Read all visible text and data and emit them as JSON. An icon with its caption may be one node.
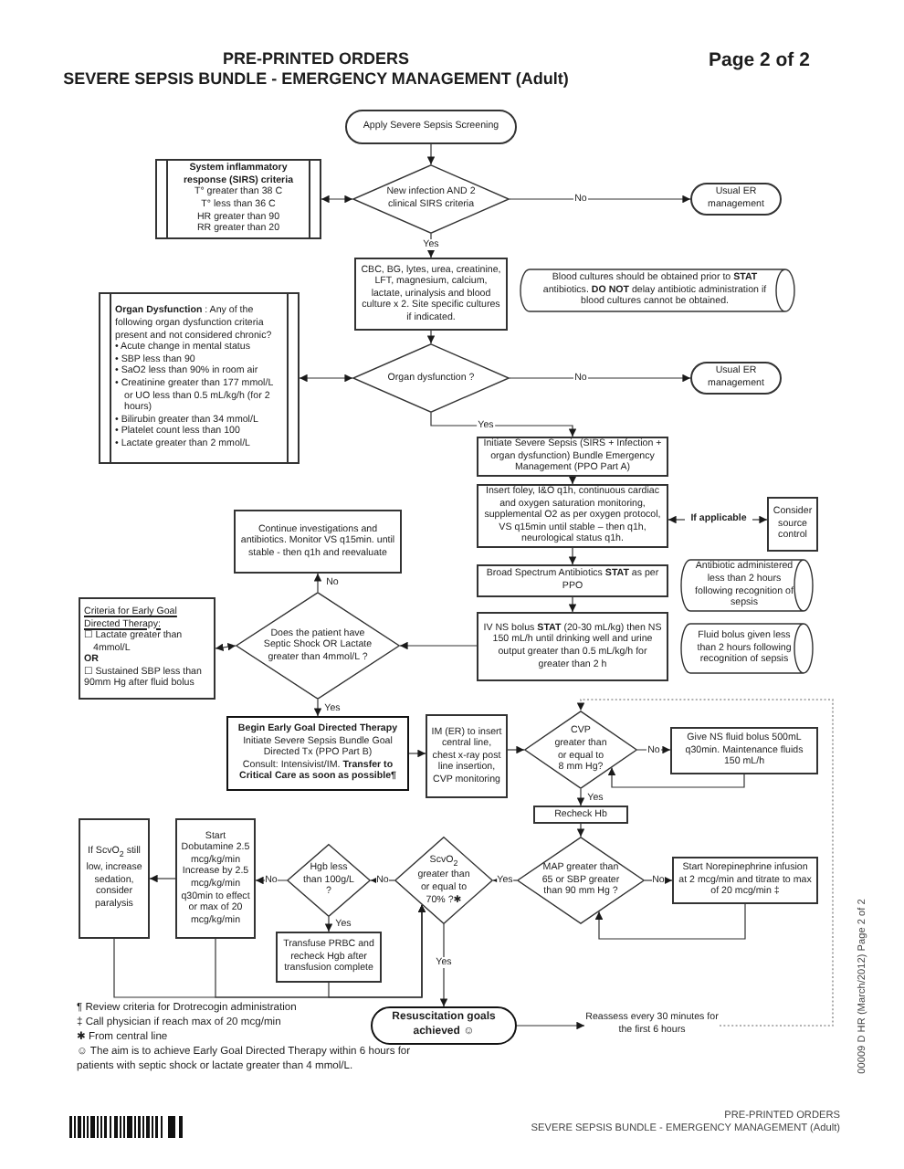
{
  "diagram": {
    "title": "SEVERE SEPSIS BUNDLE - EMERGENCY MANAGEMENT (Adult)",
    "nodes": [
      {
        "text": [
          "Apply Severe Sepsis Screening"
        ]
      },
      {
        "text": [
          "System inflammatory response (SIRS) criteria",
          "T° greater than 38 C",
          "T° less than 36 C",
          "HR greater than 90",
          "RR greater than 20"
        ]
      },
      {
        "text": [
          "New infection AND 2 clinical SIRS criteria"
        ]
      },
      {
        "text": [
          "Usual ER management"
        ]
      },
      {
        "text": [
          "CBC, BG, lytes, urea, creatinine, LFT, magnesium, calcium, lactate, urinalysis and blood culture x 2. Site specific cultures if indicated."
        ]
      },
      {
        "text": [
          "Blood cultures should be obtained prior to **STAT** antibiotics. **DO NOT** delay antibiotic administration if blood cultures cannot be obtained."
        ]
      },
      {
        "text": [
          "**Organ Dysfunction** : Any of the following organ dysfunction criteria present and not considered chronic?",
          "• Acute change in mental status",
          "• SBP less than 90",
          "• SaO2 less than 90% in room air",
          "• Creatinine greater than 177 mmol/L or UO less than 0.5 mL/kg/h (for 2 hours)",
          "• Bilirubin greater than 34 mmol/L",
          "• Platelet count less than 100",
          "• Lactate greater than 2 mmol/L"
        ]
      },
      {
        "text": [
          "Organ dysfunction ?"
        ]
      },
      {
        "text": [
          "Usual ER management"
        ]
      },
      {
        "text": [
          "Initiate Severe Sepsis (SIRS + Infection + organ dysfunction) Bundle Emergency Management (PPO Part A)"
        ]
      },
      {
        "text": [
          "Insert foley, I&O q1h, continuous cardiac and oxygen saturation monitoring, supplemental O2 as per oxygen protocol, VS q15min until stable – then q1h, neurological status q1h."
        ]
      },
      {
        "text": [
          "If applicable"
        ]
      },
      {
        "text": [
          "Consider source control"
        ]
      },
      {
        "text": [
          "Broad Spectrum Antibiotics **STAT** as per PPO"
        ]
      },
      {
        "text": [
          "Antibiotic administered less than 2 hours following recognition of sepsis"
        ]
      },
      {
        "text": [
          "IV NS bolus **STAT** (20-30 mL/kg) then NS 150 mL/h until drinking well and urine output greater than 0.5 mL/kg/h for greater than 2 h"
        ]
      },
      {
        "text": [
          "Fluid bolus given less than 2 hours following recognition of sepsis"
        ]
      },
      {
        "text": [
          "Continue investigations and antibiotics. Monitor VS q15min. until stable - then q1h and reevaluate"
        ]
      },
      {
        "text": [
          "Criteria for Early Goal Directed Therapy:",
          "☐ Lactate greater than 4mmol/L",
          "OR",
          "☐ Sustained SBP less than 90mm Hg after fluid bolus"
        ]
      },
      {
        "text": [
          "Does the patient have Septic Shock OR Lactate greater than 4mmol/L ?"
        ]
      },
      {
        "text": [
          "Begin Early Goal Directed Therapy",
          "Initiate Severe Sepsis Bundle Goal Directed Tx (PPO Part B)",
          "Consult: Intensivist/IM. **Transfer to Critical Care as soon as possible¶**"
        ]
      },
      {
        "text": [
          "IM (ER) to insert central line, chest x-ray post line insertion, CVP monitoring"
        ]
      },
      {
        "text": [
          "CVP greater than or equal to 8 mm Hg?"
        ]
      },
      {
        "text": [
          "Give NS fluid bolus 500mL q30min. Maintenance fluids 150 mL/h"
        ]
      },
      {
        "text": [
          "Recheck Hb"
        ]
      },
      {
        "text": [
          "MAP greater than 65 or SBP greater than 90 mm Hg ?"
        ]
      },
      {
        "text": [
          "Start Norepinephrine infusion at 2 mcg/min and titrate to max of 20 mcg/min ‡"
        ]
      },
      {
        "text": [
          "ScvO$_{2}$ greater than or equal to 70% ?✱"
        ]
      },
      {
        "text": [
          "Hgb less than 100g/L ?"
        ]
      },
      {
        "text": [
          "Transfuse PRBC and recheck Hgb after transfusion complete"
        ]
      },
      {
        "text": [
          "Start Dobutamine 2.5 mcg/kg/min Increase by 2.5 mcg/kg/min q30min to effect or max of 20 mcg/kg/min"
        ]
      },
      {
        "text": [
          "If ScvO$_{2}$ still low, increase sedation, consider paralysis"
        ]
      },
      {
        "text": [
          "Resuscitation goals achieved ☺"
        ]
      },
      {
        "text": [
          "Reassess every 30 minutes for the first 6 hours"
        ]
      }
    ],
    "edges": [
      {
        "from": 0,
        "to": 2,
        "arrow": "to"
      },
      {
        "from": 2,
        "to": 1,
        "arrow": "both"
      },
      {
        "from": 2,
        "to": 3,
        "arrow": "to",
        "label": "No"
      },
      {
        "from": 2,
        "to": 4,
        "arrow": "to",
        "label": "Yes"
      },
      {
        "from": 4,
        "to": 7,
        "arrow": "to"
      },
      {
        "from": 7,
        "to": 6,
        "arrow": "both"
      },
      {
        "from": 7,
        "to": 8,
        "arrow": "to",
        "label": "No"
      },
      {
        "from": 7,
        "to": 9,
        "arrow": "to",
        "label": "Yes"
      },
      {
        "from": 9,
        "to": 10,
        "arrow": "to"
      },
      {
        "from": 11,
        "to": 10,
        "arrow": "to"
      },
      {
        "from": 11,
        "to": 12,
        "arrow": "to"
      },
      {
        "from": 10,
        "to": 13,
        "arrow": "to"
      },
      {
        "from": 13,
        "to": 15,
        "arrow": "to"
      },
      {
        "from": 15,
        "to": 19,
        "arrow": "to"
      },
      {
        "from": 19,
        "to": 17,
        "arrow": "to",
        "label": "No"
      },
      {
        "from": 19,
        "to": 18,
        "arrow": "both"
      },
      {
        "from": 19,
        "to": 20,
        "arrow": "to",
        "label": "Yes"
      },
      {
        "from": 20,
        "to": 21,
        "arrow": "to"
      },
      {
        "from": 21,
        "to": 22,
        "arrow": "to"
      },
      {
        "from": 22,
        "to": 23,
        "arrow": "to",
        "label": "No"
      },
      {
        "from": 23,
        "to": 22,
        "arrow": "to"
      },
      {
        "from": 22,
        "to": 24,
        "arrow": "to",
        "label": "Yes"
      },
      {
        "from": 24,
        "to": 25,
        "arrow": "to"
      },
      {
        "from": 25,
        "to": 26,
        "arrow": "to",
        "label": "No"
      },
      {
        "from": 26,
        "to": 25,
        "arrow": "to"
      },
      {
        "from": 25,
        "to": 27,
        "arrow": "to",
        "label": "Yes"
      },
      {
        "from": 27,
        "to": 28,
        "arrow": "to",
        "label": "No"
      },
      {
        "from": 28,
        "to": 30,
        "arrow": "to",
        "label": "No"
      },
      {
        "from": 30,
        "to": 31,
        "arrow": "to"
      },
      {
        "from": 28,
        "to": 29,
        "arrow": "to",
        "label": "Yes"
      },
      {
        "from": 31,
        "to": 27,
        "arrow": "to"
      },
      {
        "from": 30,
        "to": 27,
        "arrow": "to"
      },
      {
        "from": 29,
        "to": 27,
        "arrow": "to"
      },
      {
        "from": 27,
        "to": 32,
        "arrow": "to",
        "label": "Yes"
      },
      {
        "from": 32,
        "to": 33,
        "arrow": "to"
      },
      {
        "from": 33,
        "to": 22,
        "arrow": "to",
        "style": "dashed",
        "color": "#999999"
      }
    ],
    "labels": [
      "PRE-PRINTED ORDERS",
      "Page 2 of 2",
      "¶ Review criteria for Drotrecogin administration",
      "‡ Call physician if reach max of 20 mcg/min",
      "✱ From central line",
      "☺ The aim is to achieve Early Goal Directed Therapy within 6 hours for patients with septic shock or lactate greater than 4 mmol/L.",
      "00009 D HR (March/2012) Page 2 of 2",
      "PRE-PRINTED ORDERS",
      "SEVERE SEPSIS BUNDLE - EMERGENCY MANAGEMENT (Adult)"
    ]
  }
}
